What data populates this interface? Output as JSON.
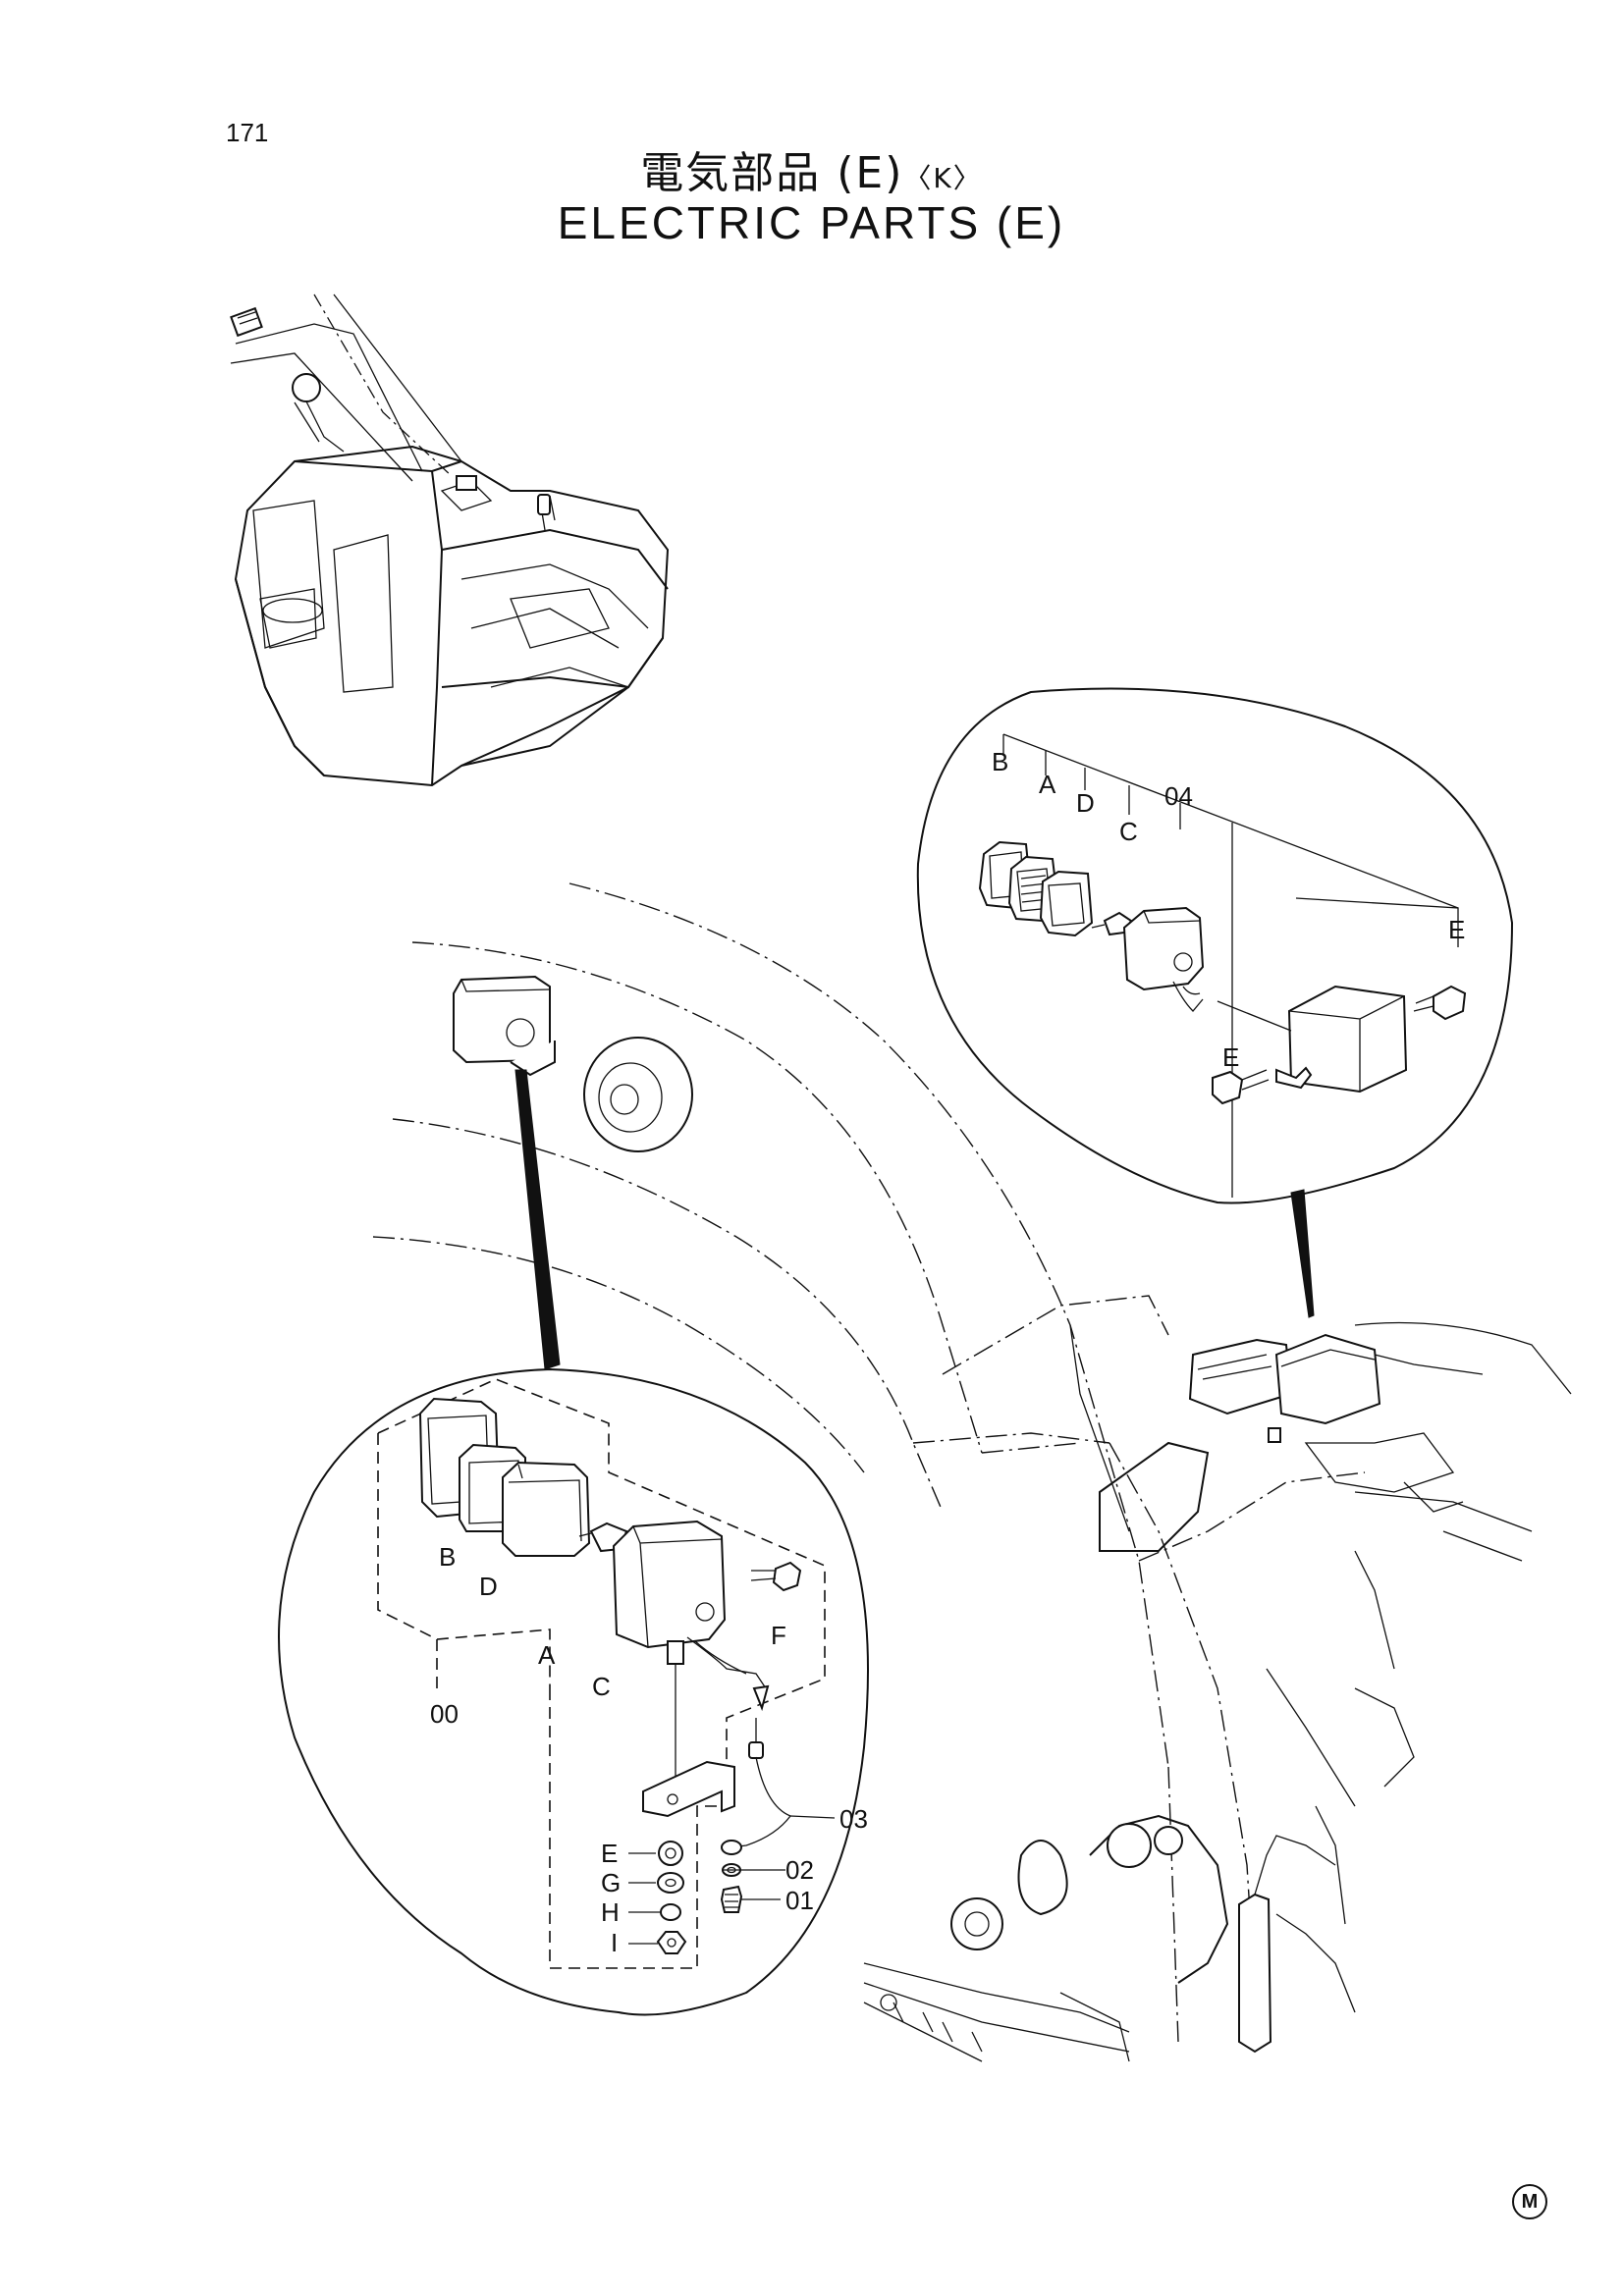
{
  "page": {
    "number": "171",
    "title_jp": "電気部品 (E)",
    "title_jp_suffix": "〈K〉",
    "title_en": "ELECTRIC PARTS (E)",
    "mark": "M"
  },
  "callouts_right": {
    "B": "B",
    "A": "A",
    "D": "D",
    "C": "C",
    "p04": "04",
    "E1": "E",
    "E2": "E"
  },
  "callouts_left": {
    "B": "B",
    "D": "D",
    "A": "A",
    "C": "C",
    "F": "F",
    "p00": "00",
    "p03": "03",
    "E": "E",
    "G": "G",
    "H": "H",
    "I": "I",
    "p02": "02",
    "p01": "01"
  }
}
